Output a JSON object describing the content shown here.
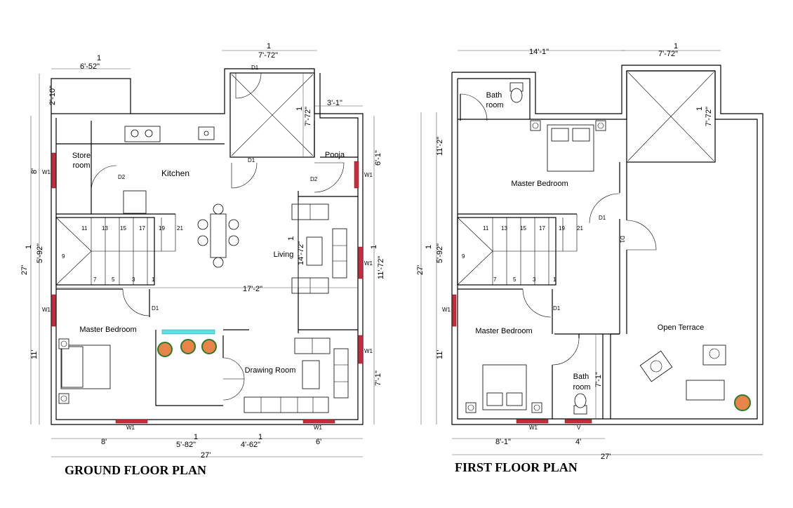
{
  "ground_floor": {
    "title": "GROUND FLOOR PLAN",
    "rooms": {
      "store_room_line1": "Store",
      "store_room_line2": "room",
      "kitchen": "Kitchen",
      "pooja": "Pooja",
      "living": "Living",
      "master_bedroom": "Master Bedroom",
      "drawing_room": "Drawing Room"
    },
    "doors": {
      "d1": "D1",
      "d2": "D2"
    },
    "windows": {
      "w1": "W1"
    },
    "stair_numbers_top": [
      "11",
      "13",
      "15",
      "17",
      "19",
      "21"
    ],
    "stair_numbers_bottom": [
      "7",
      "5",
      "3",
      "1"
    ],
    "stair_number_side": "9",
    "dims": {
      "top_left": "6'-52\"",
      "top_left_n": "1",
      "top_mid": "7'-72\"",
      "top_mid_n": "1",
      "open_vert": "7'-72\"",
      "open_vert_n": "1",
      "pooja_top": "3'-1\"",
      "left_a": "2'-10\"",
      "left_b": "8'",
      "left_c": "5'-92\"",
      "left_c_n": "1",
      "left_d": "11'",
      "left_total": "27'",
      "right_a": "6'-1\"",
      "right_b": "11'-72\"",
      "right_b_n": "1",
      "right_c": "7'-1\"",
      "living_vert": "14'-72\"",
      "living_vert_n": "1",
      "inner_width": "17'-2\"",
      "bottom_a": "8'",
      "bottom_b": "5'-82\"",
      "bottom_b_n": "1",
      "bottom_c": "4'-62\"",
      "bottom_c_n": "1",
      "bottom_d": "6'",
      "bottom_total": "27'"
    }
  },
  "first_floor": {
    "title": "FIRST FLOOR PLAN",
    "rooms": {
      "bath_line1": "Bath",
      "bath_line2": "room",
      "master_bedroom_top": "Master Bedroom",
      "master_bedroom_bottom": "Master Bedroom",
      "open_terrace": "Open Terrace",
      "bath2_line1": "Bath",
      "bath2_line2": "room"
    },
    "doors": {
      "d1": "D1"
    },
    "windows": {
      "w1": "W1",
      "v": "V"
    },
    "stair_numbers_top": [
      "11",
      "13",
      "15",
      "17",
      "19",
      "21"
    ],
    "stair_numbers_bottom": [
      "7",
      "5",
      "3",
      "1"
    ],
    "stair_number_side": "9",
    "dims": {
      "top_left": "14'-1\"",
      "top_right": "7'-72\"",
      "top_right_n": "1",
      "open_vert": "7'-72\"",
      "open_vert_n": "1",
      "left_a": "11'-2\"",
      "left_b": "5'-92\"",
      "left_b_n": "1",
      "left_c": "11'",
      "left_total": "27'",
      "bath_vert": "7'-1\"",
      "bottom_a": "8'-1\"",
      "bottom_b": "4'",
      "bottom_total": "27'"
    }
  }
}
